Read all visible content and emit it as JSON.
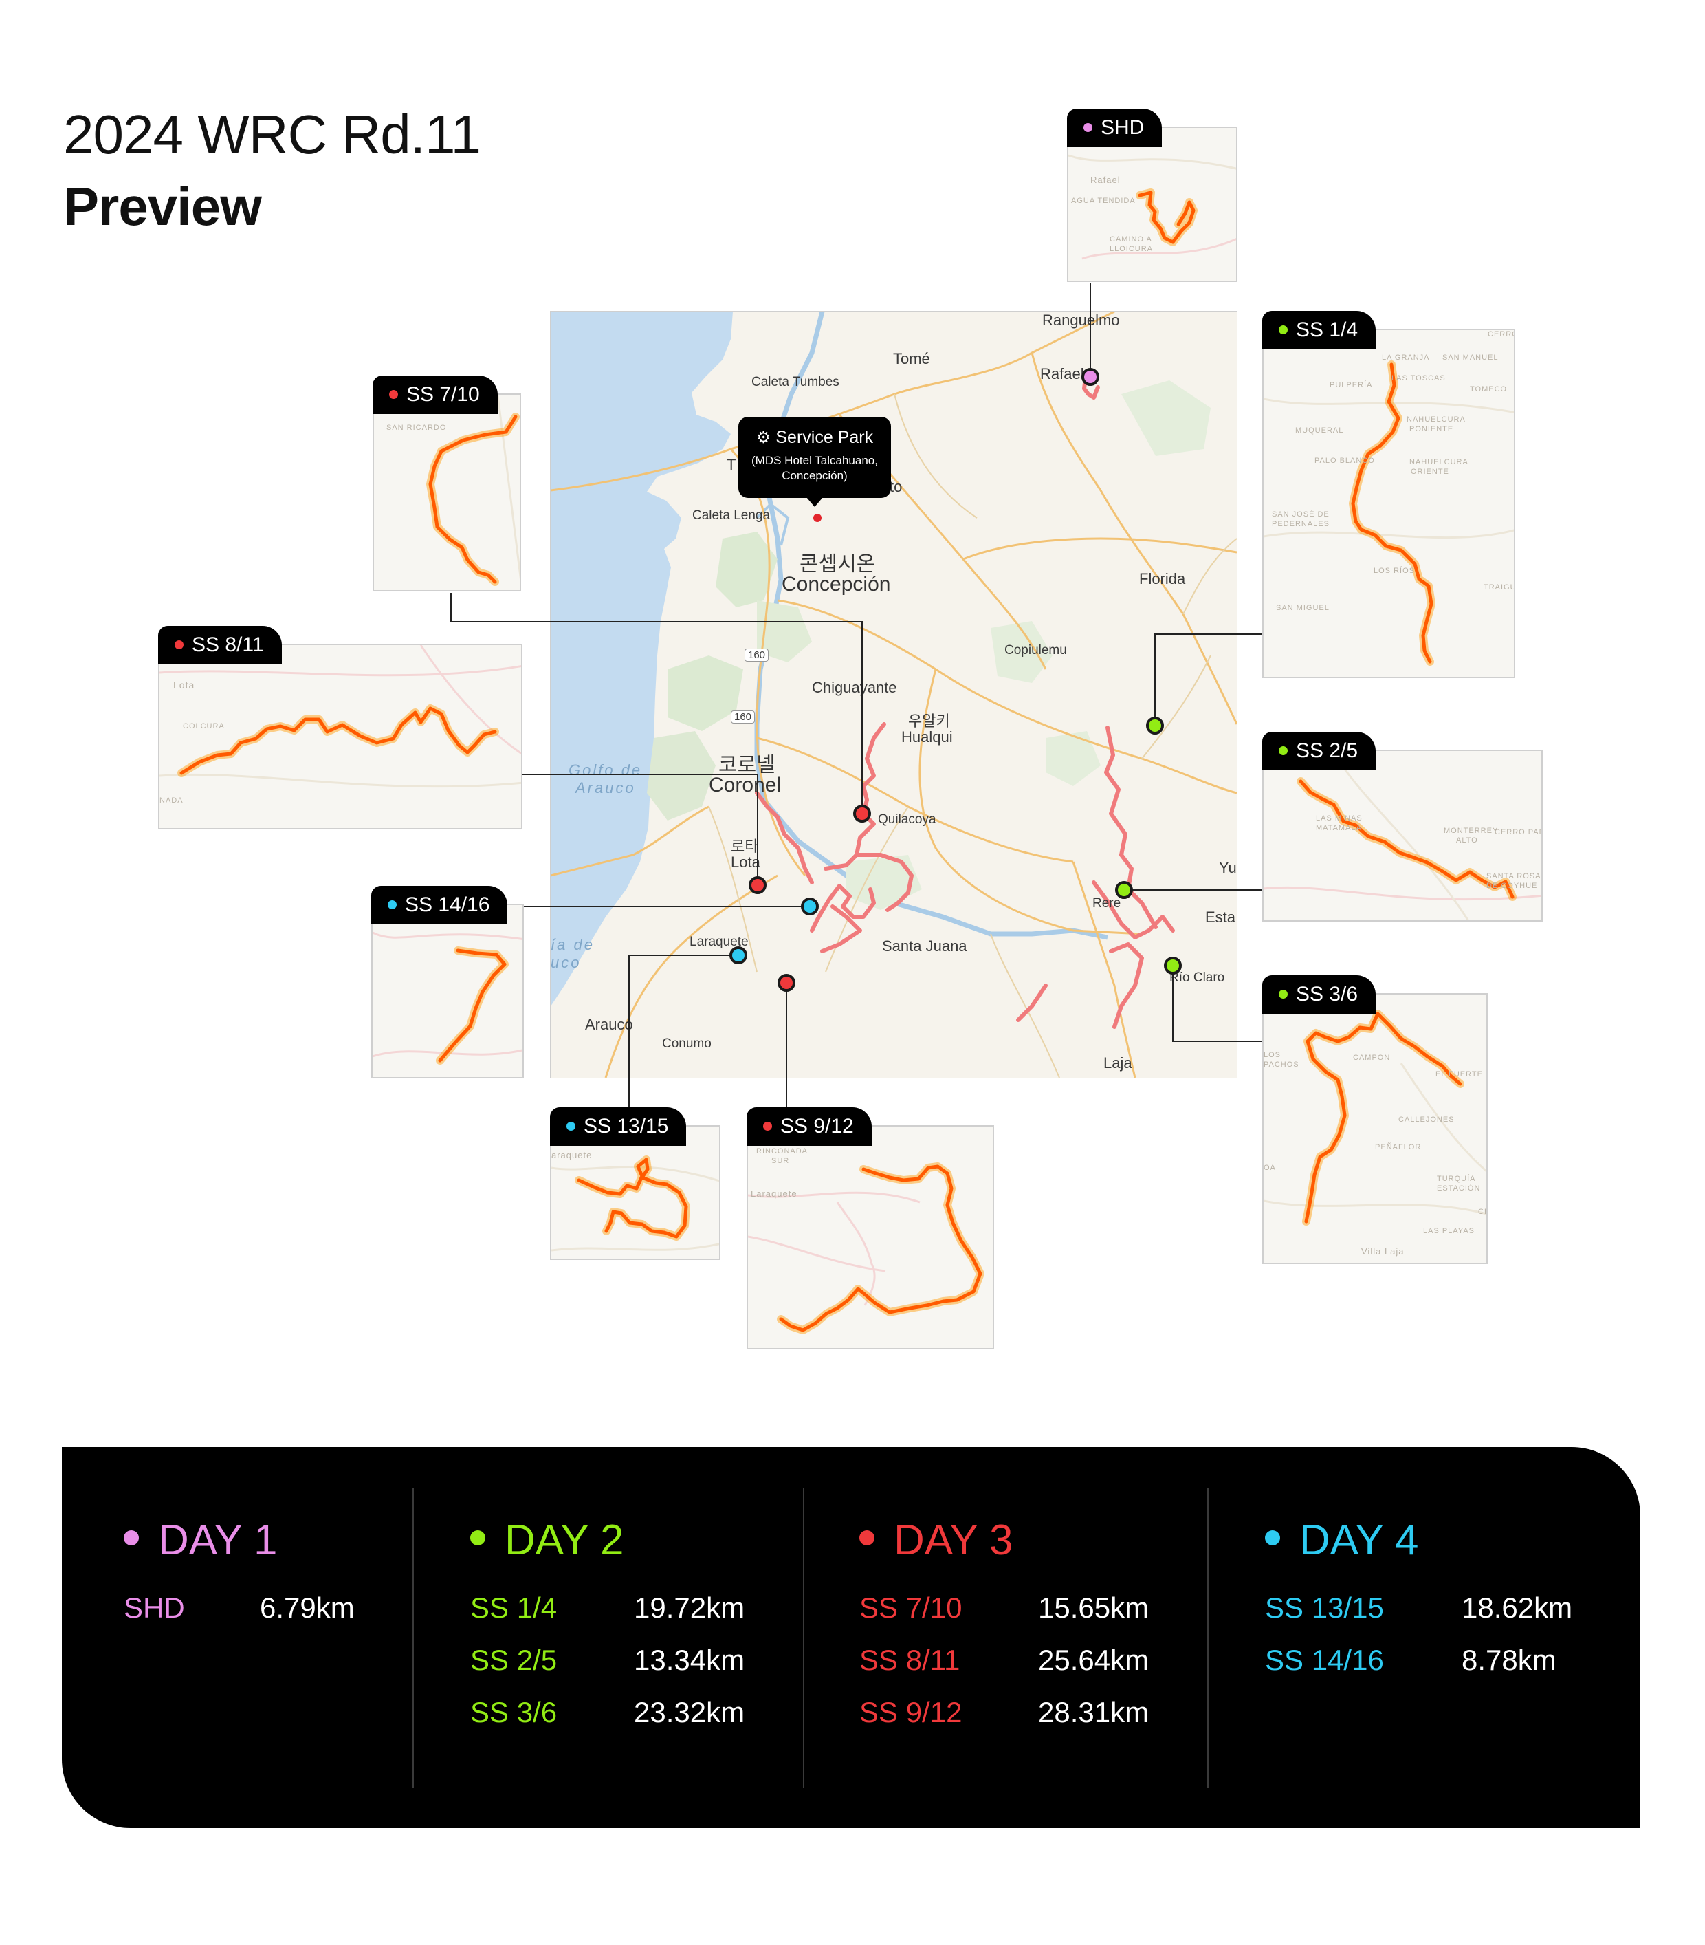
{
  "header": {
    "line1": "2024 WRC Rd.11",
    "line2": "Preview"
  },
  "colors": {
    "day1": "#e98ee8",
    "day2": "#92ec14",
    "day3": "#f0393b",
    "day4": "#2ecbf2",
    "route": "#ff5a00",
    "sea": "#c3dbf0",
    "land": "#f6f3ec"
  },
  "service_park": {
    "icon": "gear-icon",
    "title": "Service Park",
    "subtitle_line1": "(MDS Hotel Talcahuano,",
    "subtitle_line2": "Concepción)"
  },
  "map_labels": {
    "ranguelmo": "Ranguelmo",
    "rafael": "Rafael",
    "tome": "Tomé",
    "caleta_tumbes": "Caleta Tumbes",
    "t": "T",
    "to": "to",
    "caleta_lenga": "Caleta Lenga",
    "concepcion_ko": "콘셉시온",
    "concepcion": "Concepción",
    "florida": "Florida",
    "copiulemu": "Copiulemu",
    "route_160a": "160",
    "route_160b": "160",
    "chiguayante": "Chiguayante",
    "hualqui_ko": "우알키",
    "hualqui": "Hualqui",
    "golfo": "Golfo de",
    "arauco_sea": "Arauco",
    "coronel_ko": "코로넬",
    "coronel": "Coronel",
    "quilacoya": "Quilacoya",
    "lota_ko": "로타",
    "lota": "Lota",
    "yu": "Yu",
    "rere": "Rere",
    "esta": "Esta",
    "laraquete": "Laraquete",
    "santa_juana": "Santa Juana",
    "ia_de": "ía de",
    "uco": "uco",
    "rio_claro": "Río Claro",
    "arauco": "Arauco",
    "conumo": "Conumo",
    "laja": "Laja"
  },
  "inset_labels": {
    "shd": [
      "Rafael",
      "AGUA TENDIDA",
      "CAMINO A",
      "LLOICURA"
    ],
    "ss_1_4": [
      "LA GRANJA",
      "SAN MANUEL",
      "CERRO",
      "PULPERÍA",
      "LAS TOSCAS",
      "TOMECO",
      "MUQUERAL",
      "NAHUELCURA",
      "PONIENTE",
      "PALO BLANCO",
      "NAHUELCURA",
      "ORIENTE",
      "SAN JOSÉ DE",
      "PEDERNALES",
      "LOS RÍOS",
      "TRAIGU",
      "SAN MIGUEL"
    ],
    "ss_7_10": [
      "SAN RICARDO"
    ],
    "ss_8_11": [
      "Lota",
      "COLCURA",
      "NADA"
    ],
    "ss_2_5": [
      "LAS MINAS",
      "MATAMALA",
      "MONTERREY",
      "ALTO",
      "CERRO PARE",
      "SANTA ROSA",
      "DE COYHUE"
    ],
    "ss_3_6": [
      "LOS",
      "PACHOS",
      "CAMPON",
      "EL FUERTE",
      "CALLEJONES",
      "PEÑAFLOR",
      "TURQUÍA",
      "ESTACIÓN",
      "LAS PLAYAS",
      "Villa Laja",
      "OA",
      "CH"
    ],
    "ss_13_15": [
      "araquete"
    ],
    "ss_9_12": [
      "RINCONADA",
      "SUR",
      "Laraquete"
    ]
  },
  "tags": {
    "shd": "SHD",
    "ss_1_4": "SS 1/4",
    "ss_7_10": "SS 7/10",
    "ss_8_11": "SS 8/11",
    "ss_2_5": "SS 2/5",
    "ss_14_16": "SS 14/16",
    "ss_3_6": "SS 3/6",
    "ss_13_15": "SS 13/15",
    "ss_9_12": "SS 9/12"
  },
  "days": [
    {
      "title": "DAY 1",
      "color": "#e98ee8",
      "stages": [
        {
          "name": "SHD",
          "km": "6.79km"
        }
      ]
    },
    {
      "title": "DAY 2",
      "color": "#92ec14",
      "stages": [
        {
          "name": "SS 1/4",
          "km": "19.72km"
        },
        {
          "name": "SS 2/5",
          "km": "13.34km"
        },
        {
          "name": "SS 3/6",
          "km": "23.32km"
        }
      ]
    },
    {
      "title": "DAY 3",
      "color": "#f0393b",
      "stages": [
        {
          "name": "SS 7/10",
          "km": "15.65km"
        },
        {
          "name": "SS 8/11",
          "km": "25.64km"
        },
        {
          "name": "SS 9/12",
          "km": "28.31km"
        }
      ]
    },
    {
      "title": "DAY 4",
      "color": "#2ecbf2",
      "stages": [
        {
          "name": "SS 13/15",
          "km": "18.62km"
        },
        {
          "name": "SS 14/16",
          "km": "8.78km"
        }
      ]
    }
  ]
}
